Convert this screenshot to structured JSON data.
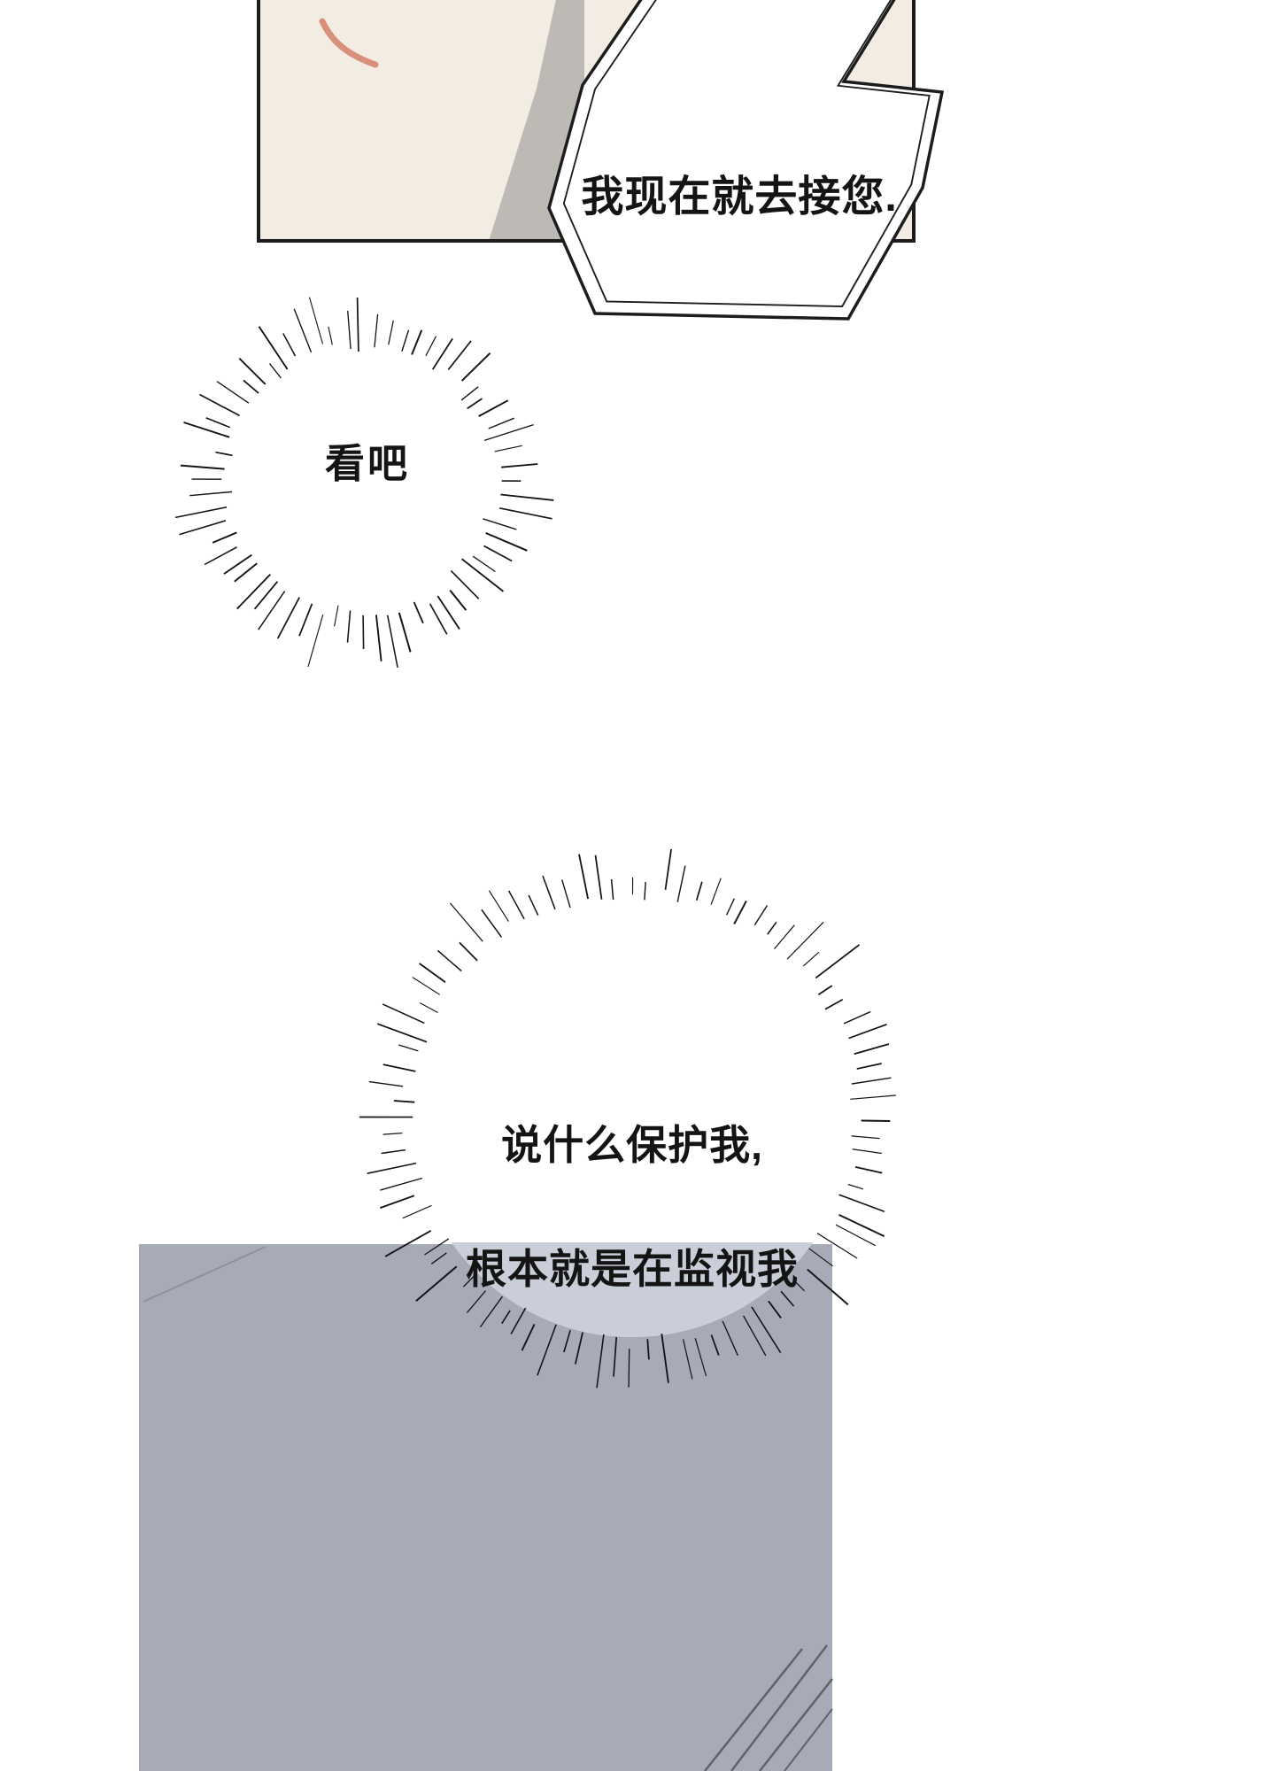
{
  "page": {
    "background": "#ffffff"
  },
  "top_panel": {
    "skin_color": "#f2ece3",
    "shadow_color": "#bdb9b4",
    "chin_line_color": "#d88f7c",
    "border_color": "#1c1c1c"
  },
  "speech_bubble": {
    "text": "我现在就去接您.",
    "fill": "#ffffff",
    "border_color": "#1c1c1c"
  },
  "small_burst": {
    "text": "看吧"
  },
  "large_burst": {
    "line1": "说什么保护我,",
    "line2": "根本就是在监视我",
    "fill": "#ffffff",
    "overlay_tint": "#c9ced8"
  },
  "bottom_panel": {
    "fill": "#a7abb8",
    "speedline_color": "#5f626d",
    "crease_color": "#878b96"
  },
  "burst_style": {
    "line_color": "#141414"
  }
}
